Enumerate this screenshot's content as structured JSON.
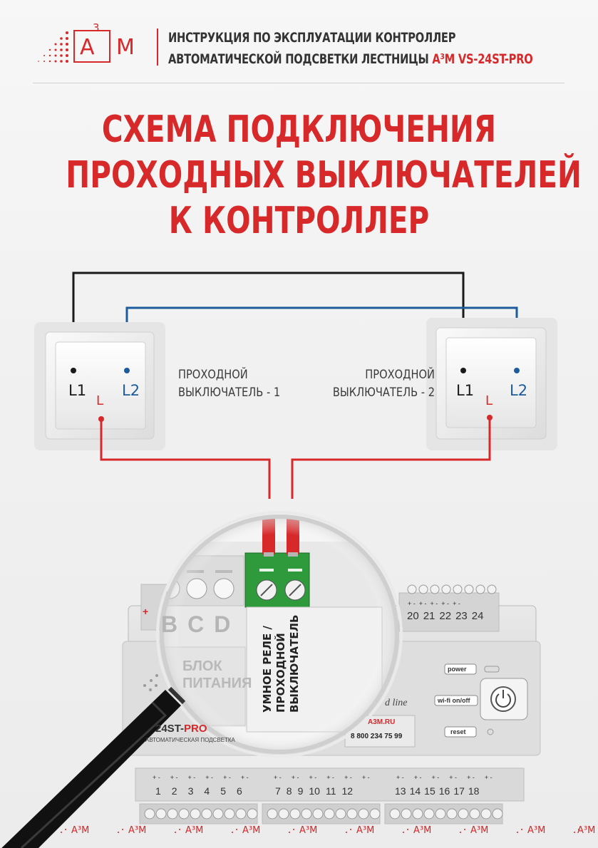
{
  "header": {
    "logo_letters": [
      "А",
      "3",
      "М"
    ],
    "title_line1": "ИНСТРУКЦИЯ ПО ЭКСПЛУАТАЦИИ КОНТРОЛЛЕР",
    "title_line2_prefix": "АВТОМАТИЧЕСКОЙ ПОДСВЕТКИ ЛЕСТНИЦЫ ",
    "title_line2_brand": "А³М",
    "title_line2_model": " VS-24ST-PRO"
  },
  "main_title": {
    "line1": "СХЕМА ПОДКЛЮЧЕНИЯ",
    "line2": "ПРОХОДНЫХ ВЫКЛЮЧАТЕЛЕЙ",
    "line3": "К КОНТРОЛЛЕР"
  },
  "switches": [
    {
      "caption_line1": "ПРОХОДНОЙ",
      "caption_line2": "ВЫКЛЮЧАТЕЛЬ - 1",
      "l1": "L1",
      "l2": "L2",
      "l": "L"
    },
    {
      "caption_line1": "ПРОХОДНОЙ",
      "caption_line2": "ВЫКЛЮЧАТЕЛЬ - 2",
      "l1": "L1",
      "l2": "L2",
      "l": "L"
    }
  ],
  "controller": {
    "module_letters": [
      "B",
      "C",
      "D"
    ],
    "relay_label_lines": [
      "УМНОЕ РЕЛЕ /",
      "ПРОХОДНОЙ",
      "ВЫКЛЮЧАТЕЛЬ"
    ],
    "power_label": "ПИТАНИЯ",
    "block_label": "БЛОК",
    "power_button": "power",
    "wifi_button": "wi-fi on/off",
    "reset_button": "reset",
    "site": "A3M.RU",
    "phone": "8 800 234 75 99",
    "model_part": "24ST-",
    "model_pro": "PRO",
    "model_sub": "АВТОМАТИЧЕСКАЯ ПОДСВЕТКА",
    "line_label": "d line",
    "polarity": "+ -",
    "plus_sign": "+",
    "top_terminals": [
      "20",
      "21",
      "22",
      "23",
      "24"
    ],
    "bottom_terminals_a": [
      "1",
      "2",
      "3",
      "4",
      "5",
      "6"
    ],
    "bottom_terminals_b": [
      "7",
      "8",
      "9",
      "10",
      "11",
      "12"
    ],
    "bottom_terminals_c": [
      "13",
      "14",
      "15",
      "16",
      "17",
      "18"
    ]
  },
  "footer_logo_text": "А³М",
  "colors": {
    "brand_red": "#d7282a",
    "wire_black": "#1a1a1a",
    "wire_blue": "#1d5c9c",
    "wire_red": "#d7282a"
  }
}
